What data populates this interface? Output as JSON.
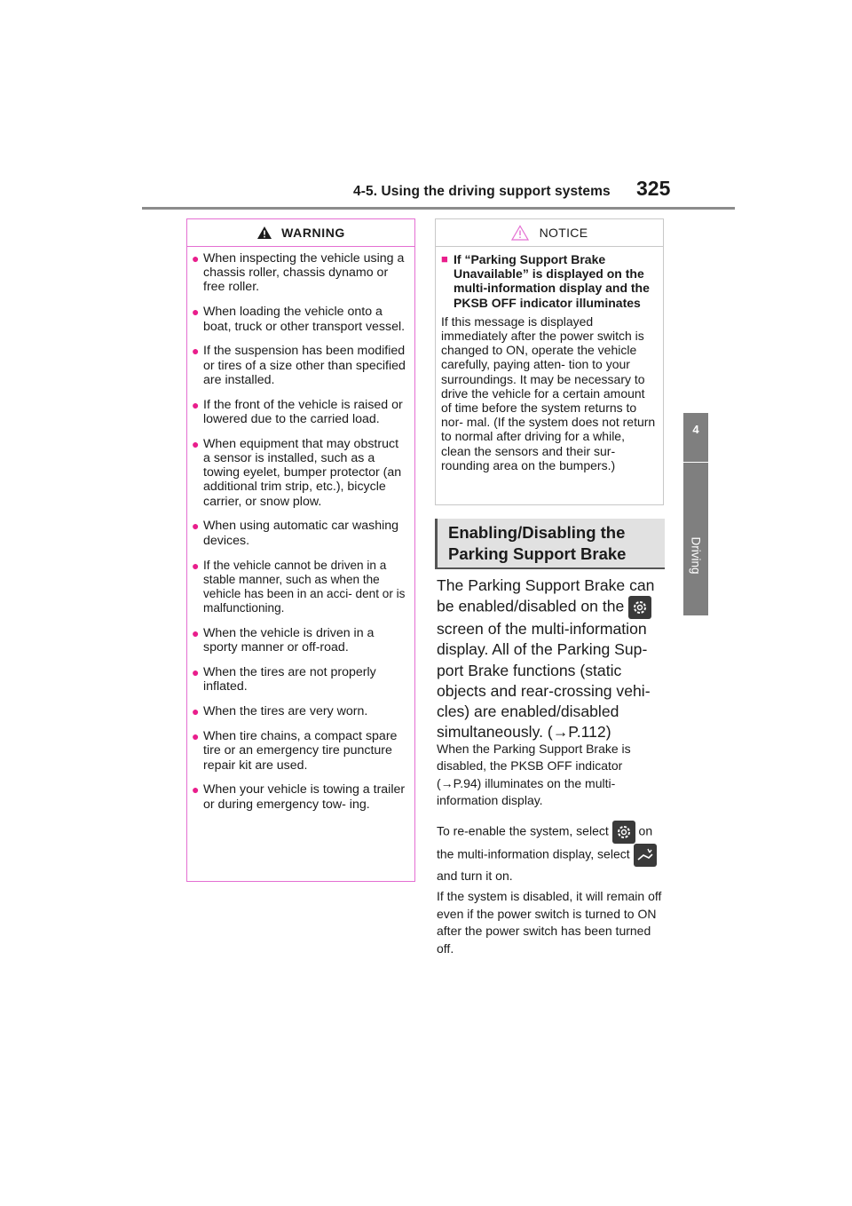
{
  "header": {
    "title": "4-5. Using the driving support systems",
    "page_number": "325"
  },
  "chapter_tab": {
    "number": "4",
    "label": "Driving"
  },
  "warning": {
    "title": "WARNING",
    "items": [
      "When inspecting the vehicle using a chassis roller, chassis dynamo or free roller.",
      "When loading the vehicle onto a boat, truck or other transport vessel.",
      "If the suspension has been modified or tires of a size other than specified are installed.",
      "If the front of the vehicle is raised or lowered due to the carried load.",
      "When equipment that may obstruct a sensor is installed, such as a towing eyelet, bumper protector (an additional trim strip, etc.), bicycle carrier, or snow plow.",
      "When using automatic car washing devices.",
      "If the vehicle cannot be driven in a stable manner, such as when the vehicle has been in an acci- dent or is malfunctioning.",
      "When the vehicle is driven in a sporty manner or off-road.",
      "When the tires are not properly inflated.",
      "When the tires are very worn.",
      "When tire chains, a compact spare tire or an emergency tire puncture repair kit are used.",
      "When your vehicle is towing a trailer or during emergency tow- ing."
    ]
  },
  "notice": {
    "title": "NOTICE",
    "subheading": "If “Parking Support Brake Unavailable” is displayed on the multi-information display and the PKSB OFF indicator illuminates",
    "body": "If this message is displayed immediately after the power switch is changed to ON, operate the vehicle carefully, paying atten- tion to your surroundings. It may be necessary to drive the vehicle for a certain amount of time before the system returns to nor- mal. (If the system does not return to normal after driving for a while, clean the sensors and their sur- rounding area on the bumpers.)"
  },
  "section": {
    "heading_line1": "Enabling/Disabling the",
    "heading_line2": "Parking Support Brake",
    "main_part1": "The Parking Support Brake can be enabled/disabled on the",
    "main_part2": "screen of the multi-information display. All of the Parking Sup- port Brake functions (static objects and rear-crossing vehi- cles) are enabled/disabled simultaneously. (",
    "main_ref": "P.112)",
    "para2_part1": "When the Parking Support Brake is disabled, the PKSB OFF indicator (",
    "para2_ref": "P.94) illuminates on the multi- information display.",
    "para3_part1": "To re-enable the system, select",
    "para3_part2": "on the multi-information display,",
    "para3_part3": "select",
    "para3_part4": "and turn it on.",
    "para4": "If the system is disabled, it will remain off even if the power switch is turned to ON after the power switch has been turned off."
  },
  "icons": {
    "settings": "gear-icon",
    "pksb": "pksb-icon",
    "arrow": "arrow-right-icon"
  },
  "colors": {
    "warning_border": "#e46fd2",
    "bullet": "#e91e8c",
    "tab": "#7f7f7f",
    "section_bg": "#e1e1e1"
  }
}
